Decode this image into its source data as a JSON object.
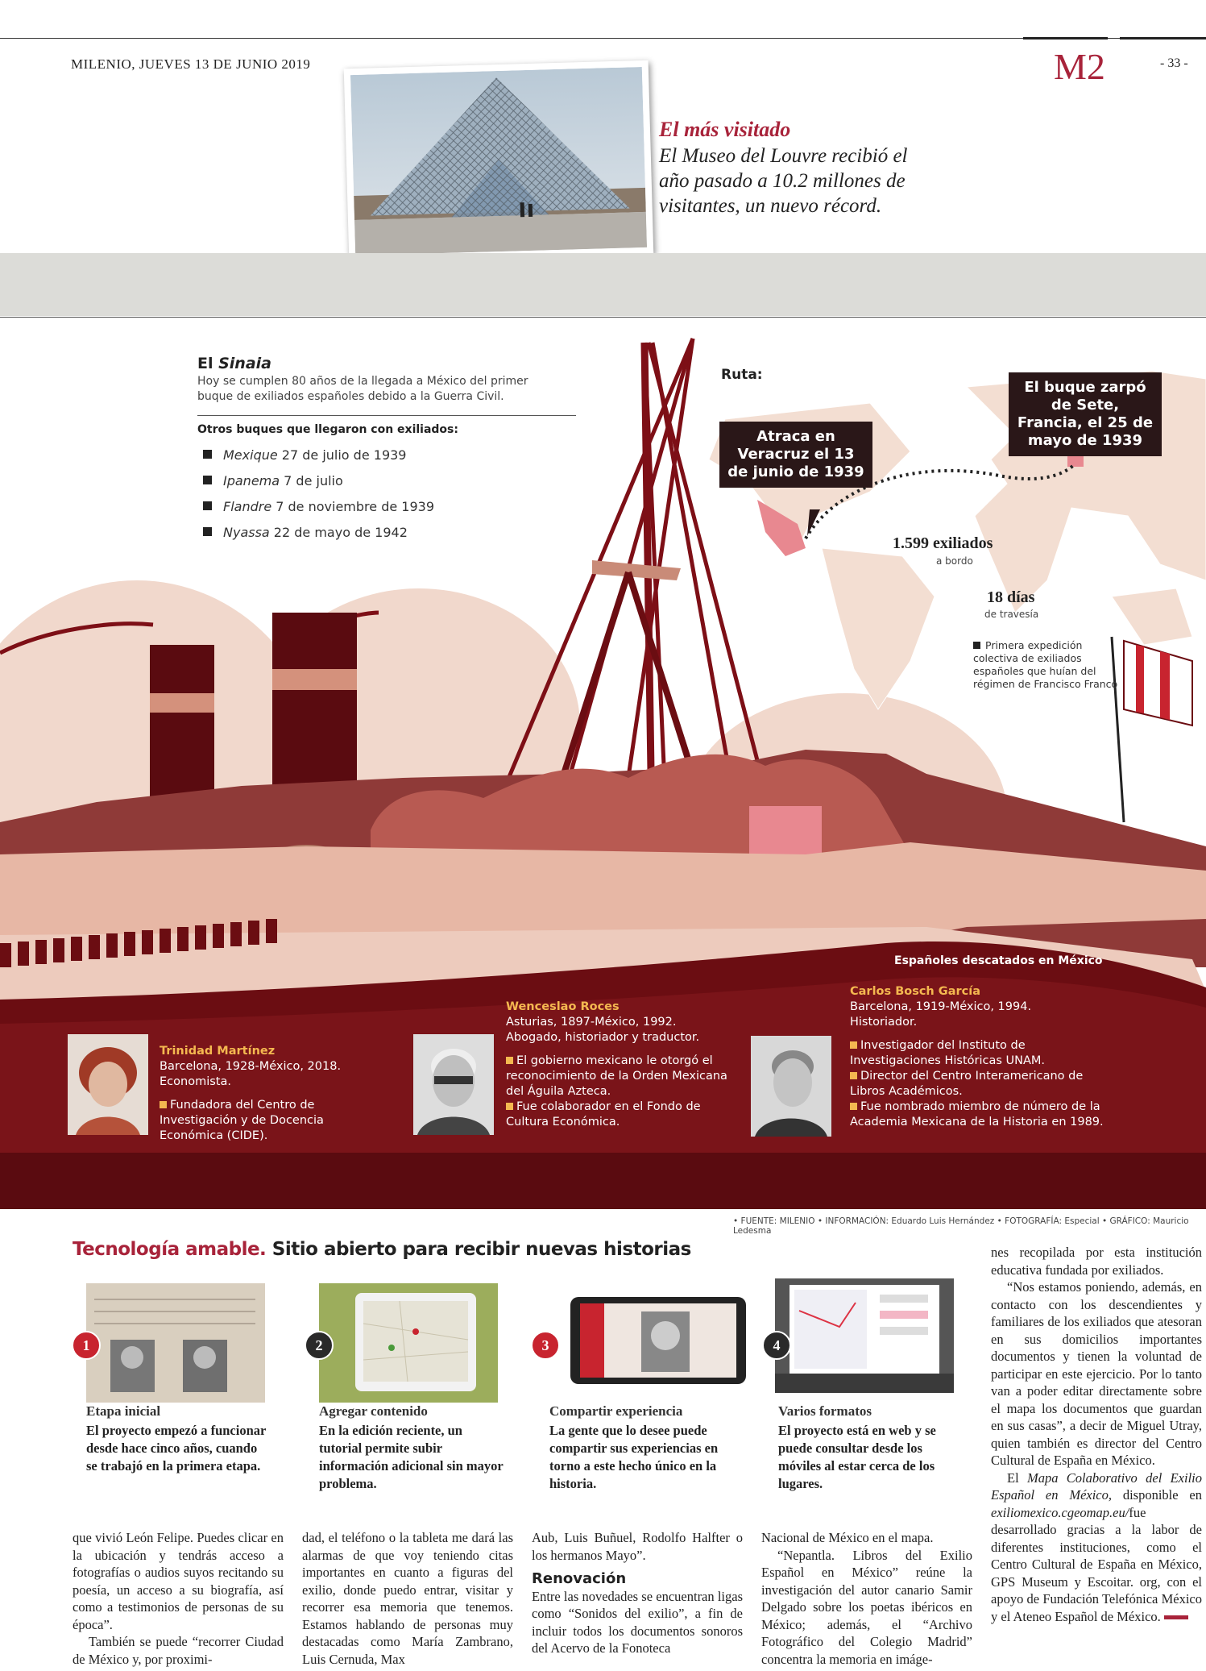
{
  "header": {
    "date": "MILENIO, JUEVES 13 DE JUNIO 2019",
    "section": "M2",
    "page": "- 33 -"
  },
  "louvre": {
    "head": "El más visitado",
    "body": "El Museo del Louvre recibió el año pasado a 10.2 millones de visitantes, un nuevo récord."
  },
  "sinaia": {
    "title_prefix": "El ",
    "title_ship": "Sinaia",
    "sub": "Hoy se cumplen 80 años de la llegada a México del primer buque de exiliados españoles debido a la Guerra Civil.",
    "list_head": "Otros buques que llegaron con exiliados:",
    "ships": [
      {
        "name": "Mexique",
        "date": " 27 de julio de 1939"
      },
      {
        "name": "Ipanema",
        "date": " 7 de julio"
      },
      {
        "name": "Flandre",
        "date": " 7 de noviembre de 1939"
      },
      {
        "name": "Nyassa",
        "date": "   22 de mayo de 1942"
      }
    ]
  },
  "route": {
    "label": "Ruta:",
    "arrive": "Atraca en Veracruz el 13 de junio de 1939",
    "depart": "El buque zarpó de Sete, Francia, el 25 de mayo de 1939",
    "exiles_num": "1.599 exiliados",
    "exiles_sub": "a bordo",
    "days_num": "18 días",
    "days_sub": "de travesía",
    "note": "Primera expedición colectiva de exiliados españoles que huían del régimen de Francisco Franco"
  },
  "featured": {
    "heading": "Españoles descatados en México",
    "people": [
      {
        "name": "Trinidad Martínez",
        "bio1": "Barcelona, 1928-México, 2018.",
        "bio2": "Economista.",
        "points": [
          "Fundadora del Centro de Investigación y de Docencia Económica (CIDE)."
        ]
      },
      {
        "name": "Wenceslao Roces",
        "bio1": "Asturias, 1897-México, 1992.",
        "bio2": "Abogado, historiador y traductor.",
        "points": [
          "El gobierno mexicano le otorgó el reconocimiento de la Orden Mexicana del Águila Azteca.",
          "Fue colaborador en el Fondo de Cultura Económica."
        ]
      },
      {
        "name": "Carlos Bosch García",
        "bio1": "Barcelona, 1919-México, 1994.",
        "bio2": "Historiador.",
        "points": [
          "Investigador del Instituto de Investigaciones Históricas UNAM.",
          "Director del Centro Interamericano de Libros Académicos.",
          "Fue nombrado miembro de número de la Academia Mexicana de la Historia en 1989."
        ]
      }
    ]
  },
  "credits": "• FUENTE: MILENIO • INFORMACIÓN: Eduardo Luis Hernández • FOTOGRAFÍA: Especial • GRÁFICO: Mauricio Ledesma",
  "tech": {
    "kicker": "Tecnología amable.",
    "title": " Sitio abierto para recibir nuevas historias",
    "steps": [
      {
        "num": "1",
        "head": "Etapa inicial",
        "body": "El proyecto empezó a funcionar desde hace cinco años, cuando se trabajó en la primera etapa.",
        "color": "#c8242f"
      },
      {
        "num": "2",
        "head": "Agregar contenido",
        "body": "En la edición reciente, un tutorial permite subir información adicional sin mayor problema.",
        "color": "#2a2a2a"
      },
      {
        "num": "3",
        "head": "Compartir experiencia",
        "body": "La gente que lo desee puede compartir sus experiencias en torno a este hecho único en la historia.",
        "color": "#c8242f"
      },
      {
        "num": "4",
        "head": "Varios formatos",
        "body": "El proyecto está en web y se puede consultar desde los móviles al estar cerca de los lugares.",
        "color": "#2a2a2a"
      }
    ]
  },
  "article": {
    "c1a": "que vivió León Felipe. Puedes clicar en la ubicación y tendrás acceso a fotografías o audios suyos recitando su poesía, un acceso a su biografía, así como a testimonios de personas de su época”.",
    "c1b": "También se puede “recorrer Ciudad de México y, por proximi-",
    "c2": "dad, el teléfono o la tableta me dará las alarmas de que voy teniendo citas importantes en cuanto a figuras del exilio, donde puedo entrar, visitar y recorrer esa memoria que tenemos. Estamos hablando de personas muy destacadas como María Zambrano, Luis Cernuda, Max",
    "c3a": "Aub, Luis Buñuel, Rodolfo Halfter o los hermanos Mayo”.",
    "c3h": "Renovación",
    "c3b": "Entre las novedades se encuentran ligas como “Sonidos del exilio”, a fin de incluir todos los documentos sonoros del Acervo de la Fonoteca",
    "c4a": "Nacional de México en el mapa.",
    "c4b": "“Nepantla. Libros del Exilio Español en México” reúne la investigación del autor canario Samir Delgado sobre los poetas ibéricos en México; además, el “Archivo Fotográfico del Colegio Madrid” concentra la memoria en imáge-",
    "c5a": "nes recopilada por esta institución educativa fundada por exiliados.",
    "c5b": "“Nos estamos poniendo, además, en contacto con los descendientes y familiares de los exiliados que atesoran en sus domicilios importantes documentos y tienen la voluntad de participar en este ejercicio. Por lo tanto van a poder editar directamente sobre el mapa los documentos que guardan en sus casas”, a decir de Miguel Utray, quien también es director del Centro Cultural de España en México.",
    "c5c_pre": "El ",
    "c5c_it": "Mapa Colaborativo del Exilio Español en México,",
    "c5c_mid": " disponible en ",
    "c5c_url": "exiliomexico.cgeomap.eu/",
    "c5c_post": "fue desarrollado gracias a la labor de diferentes instituciones, como el Centro Cultural de España en México, GPS Museum y Escoitar. org, con el apoyo de Fundación Telefónica México y el Ateneo Español de México."
  },
  "colors": {
    "accent": "#a8233a",
    "hull_dark": "#6b0d12",
    "hull_light": "#e8b8a8",
    "callout": "#2a1718"
  }
}
